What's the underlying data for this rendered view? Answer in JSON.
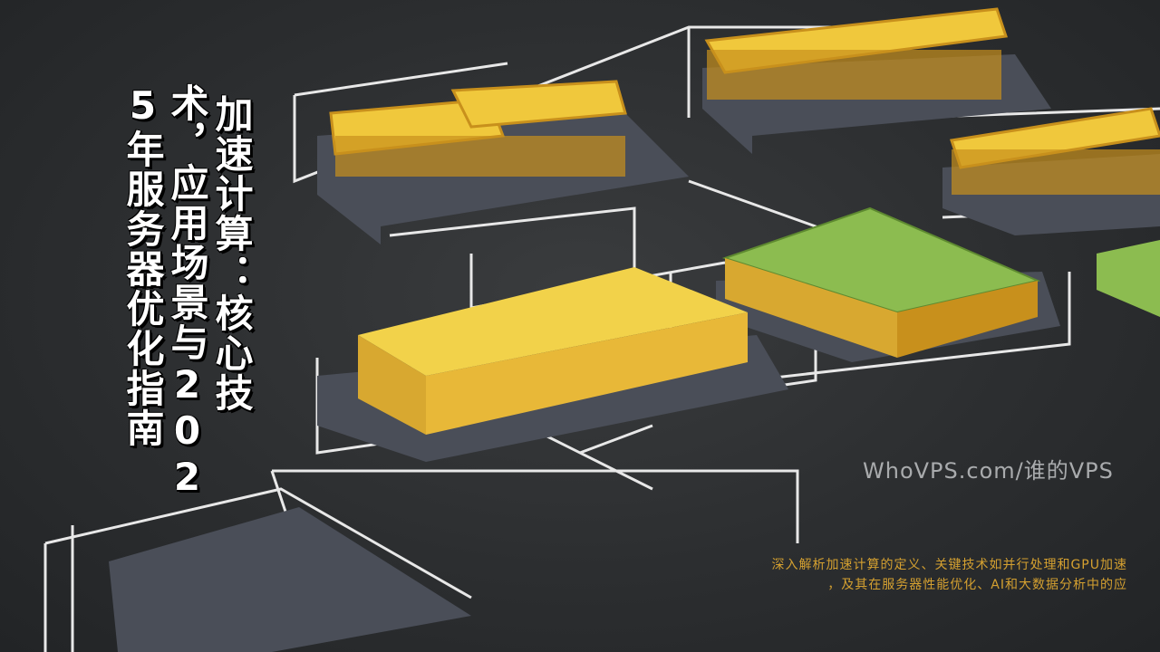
{
  "title": {
    "lines": [
      "加速计算：核心技",
      "术，应用场景与202",
      "5年服务器优化指南"
    ]
  },
  "watermark": "WhoVPS.com/谁的VPS",
  "description": {
    "lines": [
      "深入解析加速计算的定义、关键技术如并行处理和GPU加速",
      "，及其在服务器性能优化、AI和大数据分析中的应"
    ]
  },
  "colors": {
    "background": "#2c2e30",
    "chip_yellow": "#f0c83c",
    "chip_green": "#8cbc50",
    "slab": "#4a4e58",
    "accent_text": "#d4a030"
  }
}
